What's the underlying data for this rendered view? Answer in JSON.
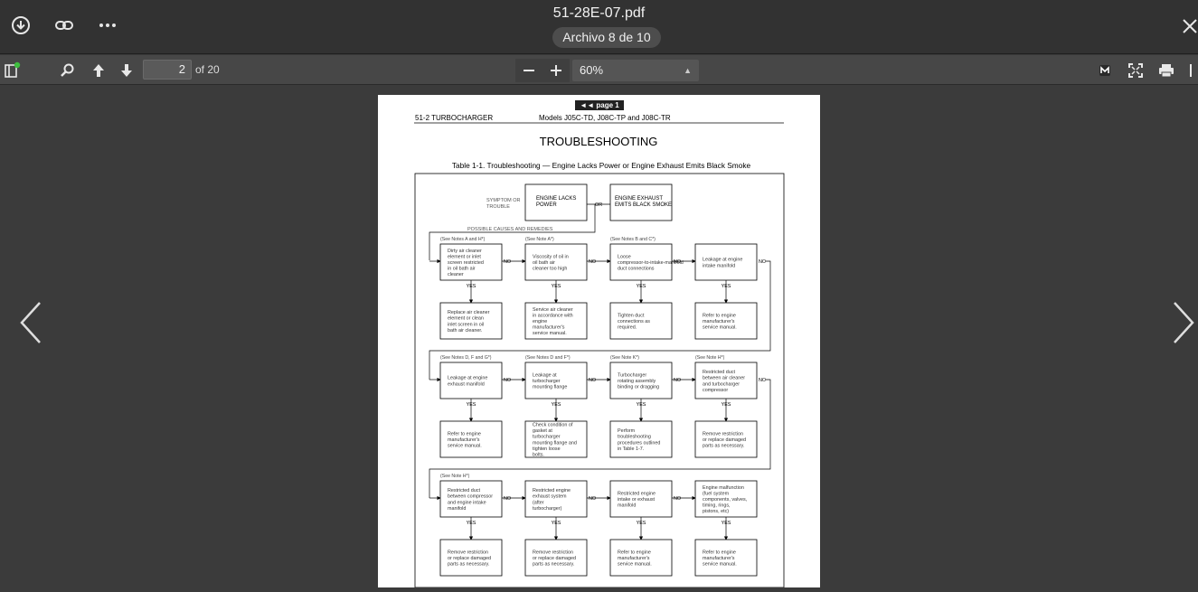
{
  "window": {
    "filename": "51-28E-07.pdf",
    "file_counter": "Archivo 8 de 10"
  },
  "toolbar": {
    "page_number": "2",
    "page_total": "of 20",
    "zoom": "60%"
  },
  "document": {
    "page_tag": "◄◄ page 1",
    "header_left": "51-2 TURBOCHARGER",
    "header_center": "Models J05C-TD, J08C-TP and J08C-TR",
    "title": "TROUBLESHOOTING",
    "table_caption": "Table 1-1.  Troubleshooting — Engine Lacks Power or Engine Exhaust Emits Black Smoke",
    "symptom_label": "SYMPTOM OR TROUBLE",
    "symptom_a": "ENGINE LACKS POWER",
    "or_label": "OR",
    "symptom_b": "ENGINE EXHAUST EMITS BLACK SMOKE",
    "causes_label": "POSSIBLE CAUSES AND REMEDIES",
    "yes": "YES",
    "no": "NO",
    "rows": [
      {
        "notes": [
          "(See Notes A and H*)",
          "(See Note A*)",
          "(See Notes B and C*)",
          ""
        ],
        "causes": [
          "Dirty air cleaner element or inlet screen restricted in oil bath air cleaner",
          "Viscosity of oil in oil bath air cleaner too high",
          "Loose compressor-to-intake-manifold duct connections",
          "Leakage at engine intake manifold"
        ],
        "remedies": [
          "Replace air cleaner element or clean inlet screen in oil bath air cleaner.",
          "Service air cleaner in accordance with engine manufacturer's service manual.",
          "Tighten duct connections as required.",
          "Refer to engine manufacturer's service manual."
        ]
      },
      {
        "notes": [
          "(See Notes D, F and G*)",
          "(See Notes D and F*)",
          "(See Note K*)",
          "(See Note H*)"
        ],
        "causes": [
          "Leakage at engine exhaust manifold",
          "Leakage at turbocharger mounting flange",
          "Turbocharger rotating assembly binding or dragging",
          "Restricted duct between air cleaner and turbocharger compressor"
        ],
        "remedies": [
          "Refer to engine manufacturer's service manual.",
          "Check condition of gasket at turbocharger mounting flange and tighten loose bolts.",
          "Perform troubleshooting procedures outlined in Table 1-7.",
          "Remove restriction or replace damaged parts as necessary."
        ]
      },
      {
        "notes": [
          "(See Note H*)",
          "",
          "",
          ""
        ],
        "causes": [
          "Restricted duct between compressor and engine intake manifold",
          "Restricted engine exhaust system (after turbocharger)",
          "Restricted engine intake or exhaust manifold",
          "Engine malfunction (fuel system components, valves, timing, rings, pistons, etc)"
        ],
        "remedies": [
          "Remove restriction or replace damaged parts as necessary.",
          "Remove restriction or replace damaged parts as necessary.",
          "Refer to engine manufacturer's service manual.",
          "Refer to engine manufacturer's service manual."
        ]
      }
    ]
  },
  "colors": {
    "titlebar": "#323232",
    "toolbar": "#474747",
    "viewer_bg": "#3b3b3b",
    "status_dot": "#3fbf3f"
  }
}
